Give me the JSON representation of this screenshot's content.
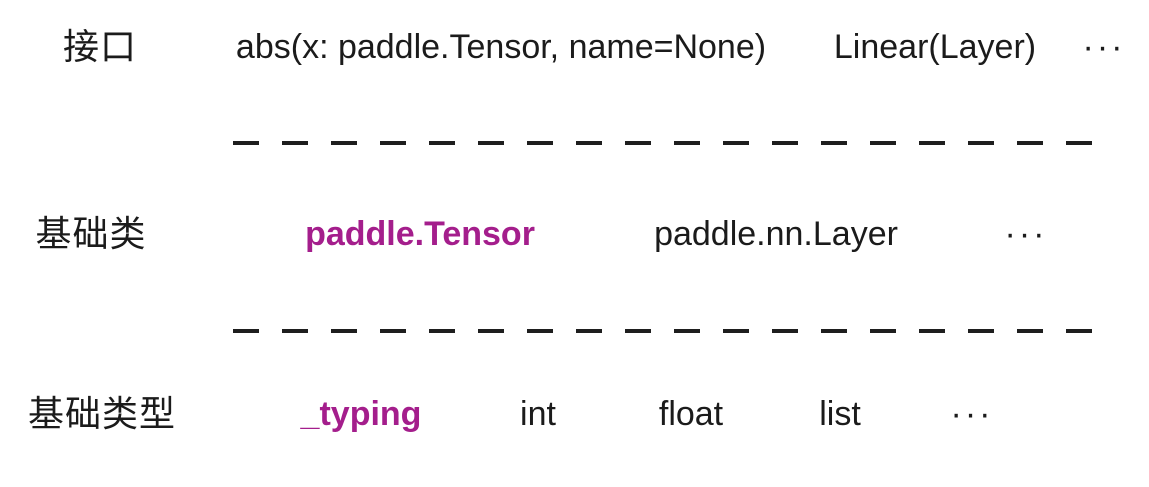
{
  "diagram": {
    "background": "#ffffff",
    "text_color": "#1b1b1b",
    "accent_color": "#a41e8c",
    "separators": {
      "count": 2,
      "style": "dashed",
      "color": "#1e1e1e"
    },
    "rows": [
      {
        "label": "接口",
        "items": [
          {
            "text": "abs(x: paddle.Tensor, name=None)",
            "highlight": false
          },
          {
            "text": "Linear(Layer)",
            "highlight": false
          },
          {
            "text": "···",
            "highlight": false
          }
        ]
      },
      {
        "label": "基础类",
        "items": [
          {
            "text": "paddle.Tensor",
            "highlight": true
          },
          {
            "text": "paddle.nn.Layer",
            "highlight": false
          },
          {
            "text": "···",
            "highlight": false
          }
        ]
      },
      {
        "label": "基础类型",
        "items": [
          {
            "text": "_typing",
            "highlight": true
          },
          {
            "text": "int",
            "highlight": false
          },
          {
            "text": "float",
            "highlight": false
          },
          {
            "text": "list",
            "highlight": false
          },
          {
            "text": "···",
            "highlight": false
          }
        ]
      }
    ]
  }
}
